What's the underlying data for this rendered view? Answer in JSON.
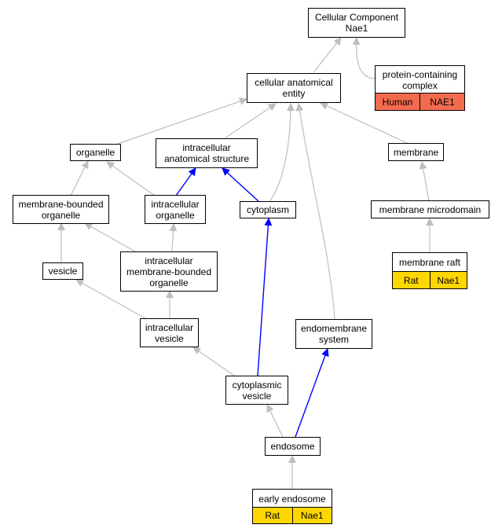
{
  "nodes": {
    "cellular_component": "Cellular Component\nNae1",
    "protein_containing_complex": {
      "label": "protein-containing\ncomplex",
      "species": "Human",
      "gene": "NAE1",
      "color": "#f36b4f"
    },
    "cellular_anatomical_entity": "cellular anatomical\nentity",
    "organelle": "organelle",
    "intracellular_anatomical_structure": "intracellular\nanatomical structure",
    "membrane": "membrane",
    "membrane_bounded_organelle": "membrane-bounded\norganelle",
    "intracellular_organelle": "intracellular\norganelle",
    "cytoplasm": "cytoplasm",
    "membrane_microdomain": "membrane microdomain",
    "vesicle": "vesicle",
    "intracellular_membrane_bounded_organelle": "intracellular\nmembrane-bounded\norganelle",
    "membrane_raft": {
      "label": "membrane raft",
      "species": "Rat",
      "gene": "Nae1",
      "color": "#ffd700"
    },
    "intracellular_vesicle": "intracellular\nvesicle",
    "endomembrane_system": "endomembrane\nsystem",
    "cytoplasmic_vesicle": "cytoplasmic\nvesicle",
    "endosome": "endosome",
    "early_endosome": {
      "label": "early endosome",
      "species": "Rat",
      "gene": "Nae1",
      "color": "#ffd700"
    }
  },
  "colors": {
    "edge_gray": "#bebebe",
    "edge_blue": "#0000ff"
  }
}
